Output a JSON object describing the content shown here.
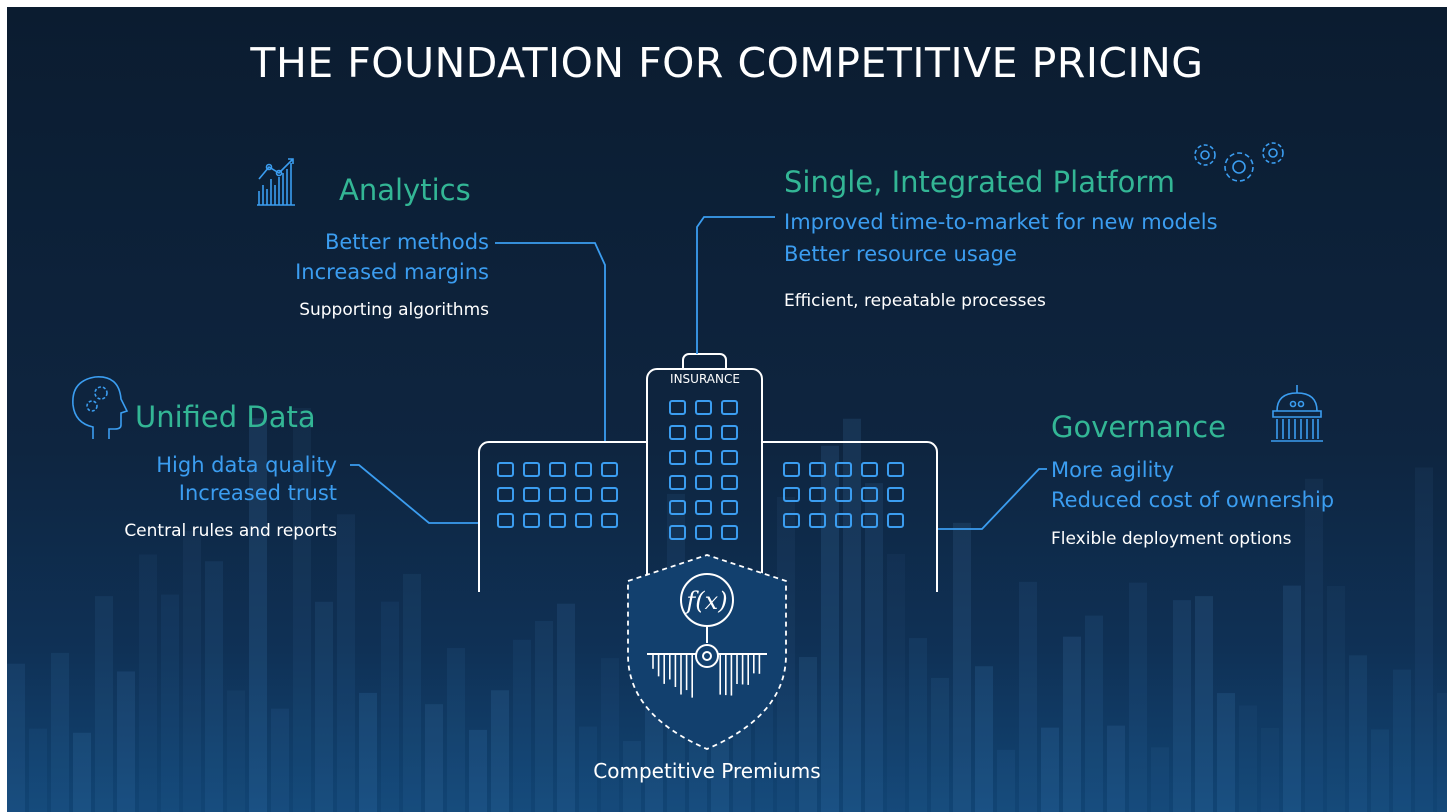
{
  "title": "THE FOUNDATION FOR COMPETITIVE PRICING",
  "analytics": {
    "heading": "Analytics",
    "benefits": [
      "Better methods",
      "Increased margins"
    ],
    "note": "Supporting algorithms",
    "icon": "chart-trend-icon"
  },
  "platform": {
    "heading": "Single, Integrated Platform",
    "benefits": [
      "Improved time-to-market for new models",
      "Better resource usage"
    ],
    "note": "Efficient, repeatable processes",
    "icon": "gears-icon"
  },
  "unified_data": {
    "heading": "Unified Data",
    "benefits": [
      "High data quality",
      "Increased trust"
    ],
    "note": "Central rules and reports",
    "icon": "head-gears-icon"
  },
  "governance": {
    "heading": "Governance",
    "benefits": [
      "More agility",
      "Reduced cost of ownership"
    ],
    "note": "Flexible deployment options",
    "icon": "capitol-building-icon"
  },
  "building": {
    "sign": "INSURANCE"
  },
  "shield": {
    "formula": "f(x)",
    "label": "Competitive Premiums",
    "icon": "formula-shield-icon"
  },
  "colors": {
    "heading": "#33b695",
    "benefit": "#3b9df0",
    "note": "#ffffff",
    "background": "#0b1c30"
  }
}
